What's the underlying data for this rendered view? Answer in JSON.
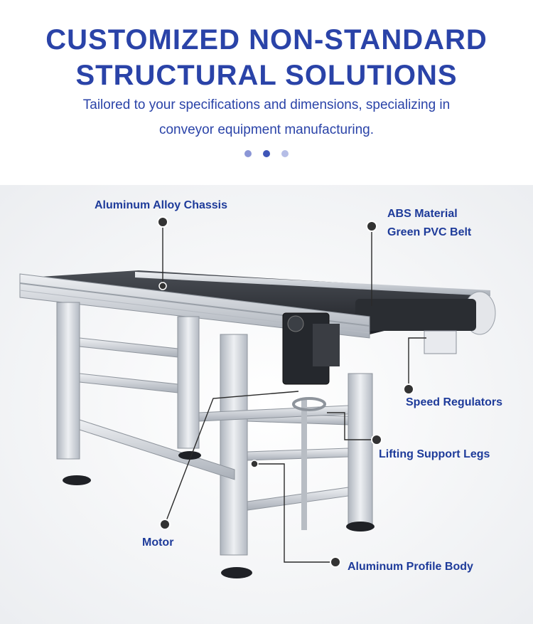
{
  "header": {
    "title_line1": "CUSTOMIZED NON-STANDARD",
    "title_line2": "STRUCTURAL SOLUTIONS",
    "subtitle_line1": "Tailored to your specifications and dimensions, specializing in",
    "subtitle_line2": "conveyor equipment manufacturing."
  },
  "pager_dots": [
    {
      "color": "#8b96d6"
    },
    {
      "color": "#3f56b8"
    },
    {
      "color": "#b5bde6"
    }
  ],
  "callouts": {
    "chassis": "Aluminum Alloy Chassis",
    "abs": "ABS Material",
    "belt": "Green PVC Belt",
    "speed": "Speed Regulators",
    "lifting": "Lifting Support Legs",
    "motor": "Motor",
    "profile": "Aluminum Profile Body"
  },
  "colors": {
    "accent": "#2a43a8",
    "label": "#1e3b9a",
    "aluminum": "#c9ced6",
    "belt": "#2b2e33"
  }
}
